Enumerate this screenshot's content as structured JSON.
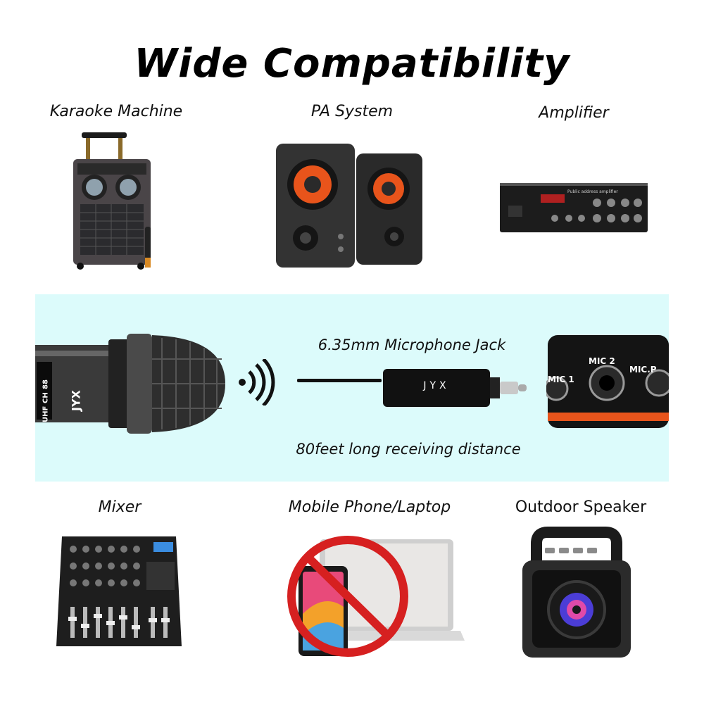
{
  "title": "Wide Compatibility",
  "devices_top": [
    {
      "label": "Karaoke Machine",
      "icon": "karaoke-machine-icon"
    },
    {
      "label": "PA System",
      "icon": "speakers-icon"
    },
    {
      "label": "Amplifier",
      "icon": "amplifier-icon"
    }
  ],
  "devices_bottom": [
    {
      "label": "Mixer",
      "icon": "mixer-icon"
    },
    {
      "label": "Mobile Phone/Laptop",
      "icon": "phone-laptop-icon"
    },
    {
      "label": "Outdoor Speaker",
      "icon": "outdoor-speaker-icon"
    }
  ],
  "middle": {
    "jack_label": "6.35mm Microphone Jack",
    "distance_label": "80feet long receiving distance",
    "mic_brand": "JYX",
    "mic_uhf": "UHF",
    "mic_ch": "CH",
    "mic_ch_value": "88",
    "receiver_brand": "JYX",
    "port_mic1": "MIC 1",
    "port_mic2": "MIC 2",
    "port_micp": "MIC.P",
    "amplifier_panel_text": "Public address amplifier"
  },
  "colors": {
    "band_background": "#dcfbfb",
    "accent_orange": "#e8541b",
    "prohibit_red": "#d62020"
  }
}
